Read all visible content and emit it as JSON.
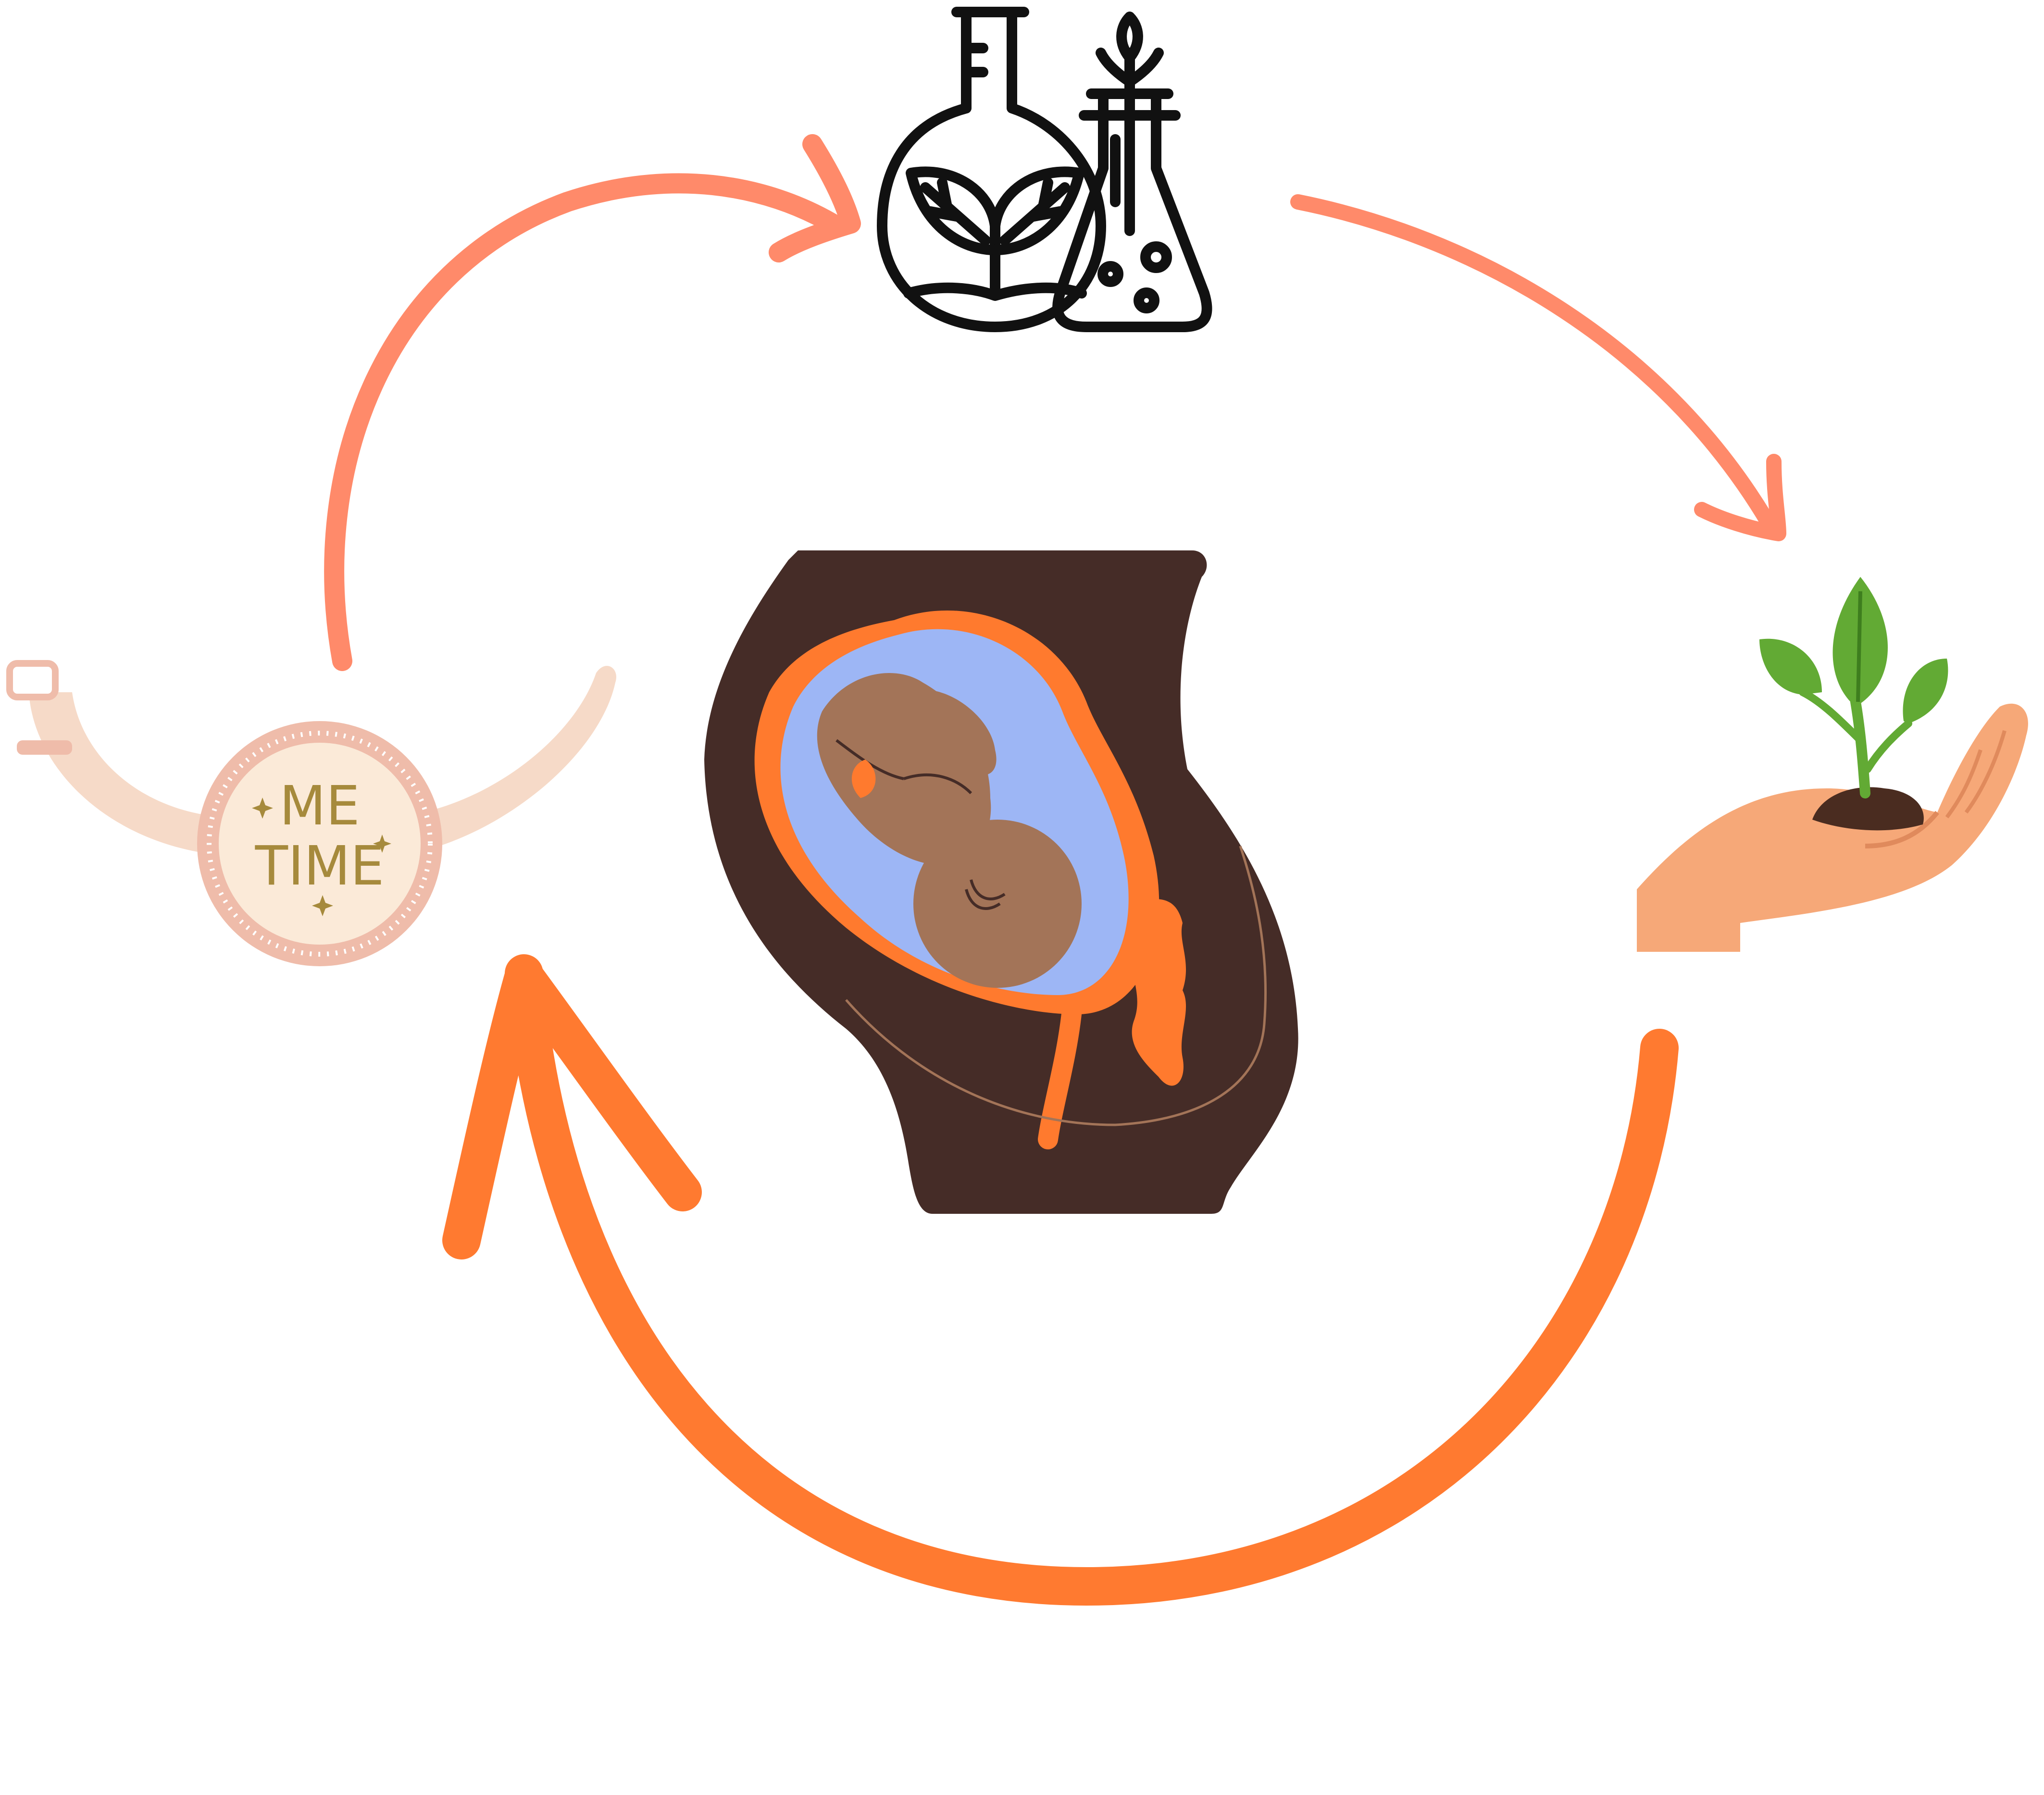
{
  "diagram": {
    "kind": "cycle",
    "nodes": [
      {
        "id": "natural-science",
        "icon": "flask-with-plant-icon"
      },
      {
        "id": "sprout-in-hand",
        "icon": "hand-holding-seedling-icon"
      },
      {
        "id": "me-time",
        "icon": "wristwatch-icon",
        "text_line1": "ME",
        "text_line2": "TIME"
      }
    ],
    "center": {
      "icon": "pregnancy-womb-fetus-icon"
    },
    "edges": [
      {
        "from": "me-time",
        "to": "natural-science",
        "style": "thin"
      },
      {
        "from": "natural-science",
        "to": "sprout-in-hand",
        "style": "thin"
      },
      {
        "from": "sprout-in-hand",
        "to": "me-time",
        "style": "thick"
      }
    ]
  },
  "colors": {
    "thin_arrow": "#FF8A6A",
    "thick_arrow": "#FF7A30",
    "womb_dark": "#452C27",
    "uterus_orange": "#FF7A2E",
    "amniotic_blue": "#9DB6F5",
    "fetus_skin": "#A37458",
    "watch_strap": "#F6DAC8",
    "watch_rim": "#EFBCAA",
    "watch_face": "#FBEAD8",
    "watch_text": "#A68A3C",
    "hand_skin": "#F6A878",
    "leaf_green": "#62AA34",
    "soil_brown": "#4A2C20",
    "icon_stroke": "#111111"
  }
}
